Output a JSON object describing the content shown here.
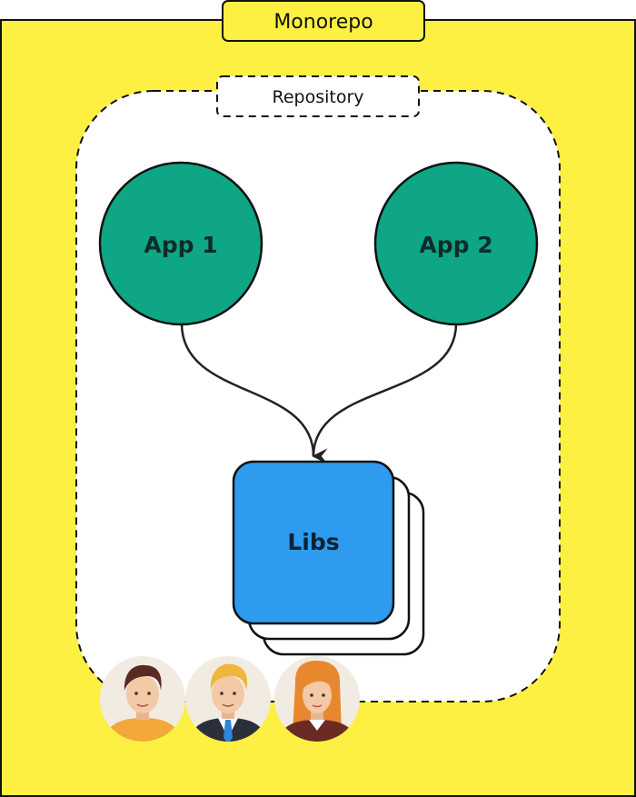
{
  "outer": {
    "title": "Monorepo",
    "fill": "#fdf043"
  },
  "repository": {
    "label": "Repository"
  },
  "apps": [
    {
      "label": "App 1",
      "color": "#0ea684"
    },
    {
      "label": "App 2",
      "color": "#0ea684"
    }
  ],
  "libs": {
    "label": "Libs",
    "color": "#2e9bef"
  },
  "team": [
    {
      "icon": "developer-avatar-icon"
    },
    {
      "icon": "businessman-avatar-icon"
    },
    {
      "icon": "woman-avatar-icon"
    }
  ]
}
